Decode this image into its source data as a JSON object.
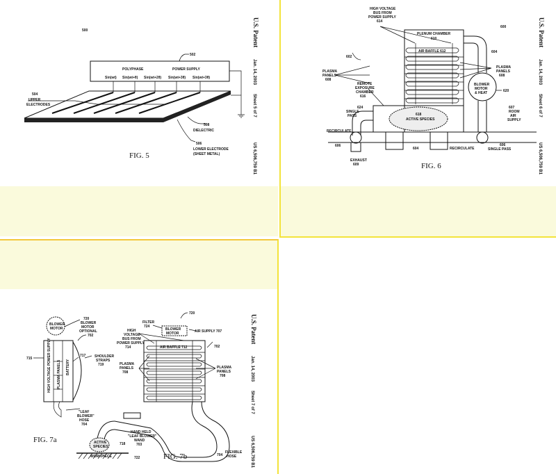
{
  "colors": {
    "band": "#fafadc",
    "border": "#f3e33a",
    "ink": "#111111"
  },
  "sheets": [
    {
      "header": {
        "title": "U.S. Patent",
        "date": "Jan. 14, 2003",
        "sheet": "Sheet 5 of 7",
        "number": "US 6,506,759 B1"
      },
      "figure_ref": "500",
      "figure_label": "FIG. 5",
      "labels": {
        "supply_ref": "502",
        "polyphase": "POLYPHASE",
        "power_supply": "POWER SUPPLY",
        "phases": [
          "Sin(wt)",
          "Sin(wt+θ)",
          "Sin(wt+2θ)",
          "Sin(wt+3θ)",
          "Sin(wt+3θ)"
        ],
        "upper_ref": "504",
        "upper_1": "UPPER",
        "upper_2": "ELECTRODES",
        "dielectric_ref": "508",
        "dielectric": "DIELECTRIC",
        "lower_ref": "506",
        "lower_1": "LOWER ELECTRODE",
        "lower_2": "(SHEET METAL)"
      }
    },
    {
      "header": {
        "title": "U.S. Patent",
        "date": "Jan. 14, 2003",
        "sheet": "Sheet 6 of 7",
        "number": "US 6,506,759 B1"
      },
      "figure_ref": "600",
      "figure_label": "FIG. 6",
      "labels": {
        "hv_1": "HIGH VOLTAGE",
        "hv_2": "BUS FROM",
        "hv_3": "POWER SUPPLY",
        "hv_ref": "614",
        "plenum": "PLENUM CHAMBER",
        "plenum_ref": "610",
        "baffle": "AIR BAFFLE  612",
        "ref_602": "602",
        "ref_604": "604",
        "plasma_l_1": "PLASMA",
        "plasma_l_2": "PANELS",
        "plasma_l_ref": "608",
        "plasma_r_1": "PLASMA",
        "plasma_r_2": "PANELS",
        "plasma_r_ref": "608",
        "remote_1": "REMOTE",
        "remote_2": "EXPOSURE",
        "remote_3": "CHAMBER",
        "remote_ref": "616",
        "blower_1": "BLOWER",
        "blower_2": "MOTOR",
        "blower_3": "& HEAT",
        "blower_ref": "620",
        "active_ref": "618",
        "active": "ACTIVE SPECIES",
        "ref_624": "624",
        "single_1": "SINGLE",
        "single_2": "PASS",
        "recirc_l": "RECIRCULATE",
        "ref_606_l": "606",
        "exhaust": "EXHAUST",
        "exhaust_ref": "609",
        "ref_604_b": "604",
        "recirc_r": "RECIRCULATE",
        "ref_606_r": "606",
        "single_r": "SINGLE PASS",
        "room_ref": "607",
        "room_1": "ROOM",
        "room_2": "AIR",
        "room_3": "SUPPLY"
      }
    },
    {
      "header": {
        "title": "U.S. Patent",
        "date": "Jan. 14, 2003",
        "sheet": "Sheet 7 of 7",
        "number": "US 6,506,759 B1"
      },
      "figure_label_a": "FIG. 7a",
      "figure_label_b": "FIG. 7b",
      "labels": {
        "a_blower_1": "BLOWER",
        "a_blower_2": "MOTOR",
        "a_ref_720": "720",
        "a_opt_1": "BLOWER",
        "a_opt_2": "MOTOR",
        "a_opt_3": "OPTIONAL",
        "a_ref_702": "702",
        "a_ref_717": "717",
        "a_ref_715": "715",
        "a_straps_1": "SHOULDER",
        "a_straps_2": "STRAPS",
        "a_straps_ref": "719",
        "a_hvps": "HIGH VOLTAGE POWER SUPPLY",
        "a_panels": "PLASMA PANELS",
        "a_battery": "BATTERY",
        "a_hose_1": "\"LEAF",
        "a_hose_2": "BLOWER\"",
        "a_hose_3": "HOSE",
        "a_hose_ref": "704",
        "b_ref_720": "720",
        "b_filter": "FILTER",
        "b_filter_ref": "724",
        "b_blower_1": "BLOWER",
        "b_blower_2": "MOTOR",
        "b_air": "AIR SUPPLY 707",
        "b_hv_1": "HIGH",
        "b_hv_2": "VOLTAGE",
        "b_hv_3": "BUS FROM",
        "b_hv_4": "POWER SUPPLY",
        "b_hv_ref": "714",
        "b_baffle": "AIR BAFFLE  712",
        "b_ref_702": "702",
        "b_pl_1": "PLASMA",
        "b_pl_2": "PANELS",
        "b_pl_ref": "708",
        "b_pr_1": "PLASMA",
        "b_pr_2": "PANELS",
        "b_pr_ref": "708",
        "b_active_1": "ACTIVE",
        "b_active_2": "SPECIES",
        "b_active_ref": "718",
        "b_wand_1": "HAND HELD",
        "b_wand_2": "\"LEAF BLOWER\"",
        "b_wand_3": "WAND",
        "b_wand_ref": "703",
        "b_work": "WORKPIECE",
        "b_work_ref": "722",
        "b_hose_ref": "704",
        "b_hose_1": "FLEXIBLE",
        "b_hose_2": "HOSE"
      }
    }
  ]
}
